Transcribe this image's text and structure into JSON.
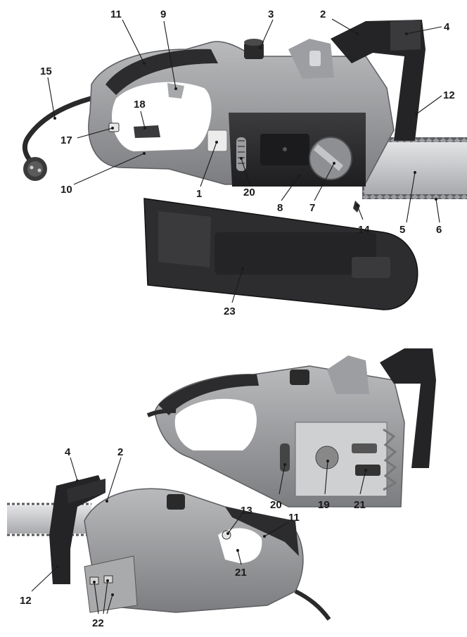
{
  "figure": {
    "upper_view": {
      "callouts": {
        "c1": "1",
        "c2": "2",
        "c3": "3",
        "c4": "4",
        "c5": "5",
        "c6": "6",
        "c7": "7",
        "c8": "8",
        "c9": "9",
        "c10": "10",
        "c11": "11",
        "c12": "12",
        "c14": "14",
        "c15": "15",
        "c17": "17",
        "c18": "18",
        "c20": "20",
        "c23": "23"
      }
    },
    "lower_view": {
      "callouts": {
        "c2": "2",
        "c4": "4",
        "c11": "11",
        "c12": "12",
        "c13": "13",
        "c19": "19",
        "c20": "20",
        "c21a": "21",
        "c21b": "21",
        "c22": "22"
      }
    },
    "colors": {
      "body_gray": "#8f9092",
      "body_light": "#b4b5b7",
      "dark_plastic": "#2b2b2d",
      "blade_silver": "#c9cacc",
      "guard_black": "#262626"
    }
  }
}
